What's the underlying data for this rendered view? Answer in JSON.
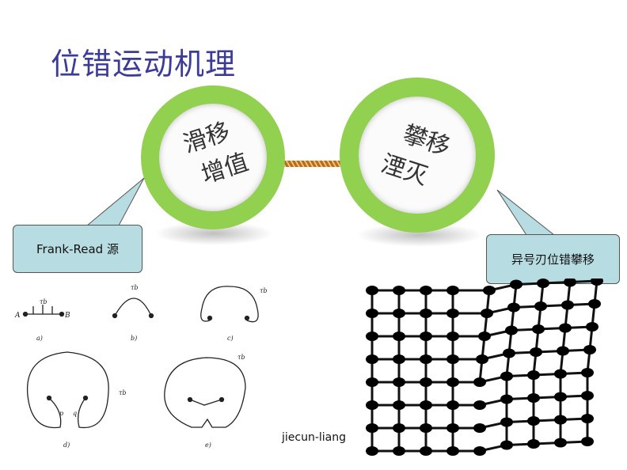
{
  "title": "位错运动机理",
  "left_circle": {
    "line1": "滑移",
    "line2": "增值"
  },
  "right_circle": {
    "line1": "攀移",
    "line2": "湮灭"
  },
  "left_callout": "Frank-Read 源",
  "right_callout": "异号刃位错攀移",
  "caption": "jiecun-liang",
  "diagram_labels": {
    "tau_b": "τb",
    "A": "A",
    "B": "B",
    "a": "a)",
    "b": "b)",
    "c": "c)",
    "d": "d)",
    "e": "e)",
    "p": "p",
    "q": "q"
  },
  "colors": {
    "ring": "#92d050",
    "callout": "#b7dde2",
    "title": "#3b3b9a"
  }
}
